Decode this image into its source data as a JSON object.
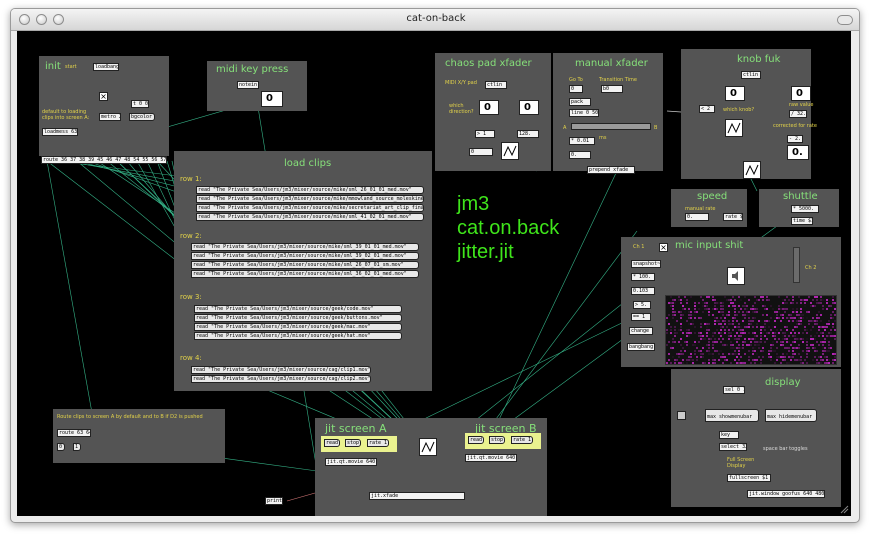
{
  "window": {
    "title": "cat-on-back"
  },
  "big_text": [
    "jm3",
    "cat.on.back",
    "jitter.jit"
  ],
  "init": {
    "title": "init",
    "start_label": "start",
    "loadbang": "loadbang",
    "metro": "metro 2",
    "t00": "t 0 0",
    "bgcolor": "bgcolor",
    "note": "default to loading clips into screen A:",
    "loadmess": "loadmess 63"
  },
  "midi": {
    "title": "midi key press",
    "notein": "notein",
    "value": "0"
  },
  "route_main": "route 36 37 38 39 45 46 47 48 54 55 56 57 65 66",
  "load_clips": {
    "title": "load clips",
    "rows": [
      {
        "label": "row 1:",
        "items": [
          "read \"The Private Sea/Users/jm3/mixer/source/mike/sml_26_01_01_med.mov\"",
          "read \"The Private Sea/Users/jm3/mixer/source/mike/mmowland_source_moleskine.mov\"",
          "read \"The Private Sea/Users/jm3/mixer/source/mike/secretariat_art_clip_final.mov\"",
          "read \"The Private Sea/Users/jm3/mixer/source/mike/sml_41_02_01_med.mov\""
        ]
      },
      {
        "label": "row 2:",
        "items": [
          "read \"The Private Sea/Users/jm3/mixer/source/mike/sml_39_01_01_med.mov\"",
          "read \"The Private Sea/Users/jm3/mixer/source/mike/sml_39_02_01_med.mov\"",
          "read \"The Private Sea/Users/jm3/mixer/source/mike/sml_26_07_01_sm.mov\"",
          "read \"The Private Sea/Users/jm3/mixer/source/mike/sml_36_02_01_med.mov\""
        ]
      },
      {
        "label": "row 3:",
        "items": [
          "read \"The Private Sea/Users/jm3/mixer/source/geek/code.mov\"",
          "read \"The Private Sea/Users/jm3/mixer/source/geek/buttons.mov\"",
          "read \"The Private Sea/Users/jm3/mixer/source/geek/mac.mov\"",
          "read \"The Private Sea/Users/jm3/mixer/source/geek/hat.mov\""
        ]
      },
      {
        "label": "row 4:",
        "items": [
          "read \"The Private Sea/Users/jm3/mixer/source/cag/clip1.mov\"",
          "read \"The Private Sea/Users/jm3/mixer/source/cag/clip2.mov\""
        ]
      }
    ]
  },
  "chaos": {
    "title": "chaos pad xfader",
    "midi_label": "MIDI X/Y pad",
    "ctlin": "ctlin",
    "which_label": "which direction?",
    "num1": "0",
    "num2": "0",
    "gt": "> 1",
    "n128": "128.",
    "out": "0",
    "prepend": "prepend xfade"
  },
  "manual": {
    "title": "manual xfader",
    "goto": "Go To",
    "trans": "Transition Time",
    "v0": "0",
    "b0": "b0",
    "pack": "pack",
    "line": "line 0 50",
    "a": "A",
    "b": "B",
    "ms": "ms",
    "mul": "* 0.01",
    "out": "0."
  },
  "knob": {
    "title": "knob fuk",
    "ctlin": "ctlin",
    "n0a": "0",
    "n0b": "0",
    "lt2": "< 2",
    "which": "which knob?",
    "raw": "raw value",
    "div32": "/ 32.",
    "corr": "corrected for rate",
    "minus2": "- 2.",
    "out": "0."
  },
  "speed": {
    "title": "speed",
    "label": "manual rate",
    "val": "0.",
    "rate": "rate $1"
  },
  "shuttle": {
    "title": "shuttle",
    "mul": "* 5000.",
    "time": "time $1"
  },
  "mic": {
    "title": "mic input shit",
    "ch1": "Ch 1",
    "ch2": "Ch 2",
    "snapshot": "snapshot~",
    "mul100": "* 100.",
    "val": "0.103",
    "gt5": "> 5.",
    "eq1": "== 1",
    "change": "change",
    "bangbang": "bangbang"
  },
  "display": {
    "title": "display",
    "sel01": "sel 0 1",
    "show": "max showmenubar",
    "hide": "max hidemenubar",
    "key": "key",
    "select32": "select 32",
    "spacebar": "space bar toggles",
    "fullscreen_label": "Full Screen Display",
    "fullscreen": "fullscreen $1",
    "window": "jit.window goofus 640 480"
  },
  "route_ab": {
    "note": "Route clips to screen A by default and to B if D2 is pushed",
    "route": "route 63 64",
    "n0": "0",
    "n1": "1"
  },
  "screen_a": {
    "title": "jit screen A",
    "read": "read",
    "stop": "stop",
    "rate": "rate 1",
    "movie": "jit.qt.movie 640 480"
  },
  "screen_b": {
    "title": "jit screen B",
    "read": "read",
    "stop": "stop",
    "rate": "rate 1",
    "movie": "jit.qt.movie 640 480"
  },
  "print": "print",
  "xfade": "jit.xfade"
}
